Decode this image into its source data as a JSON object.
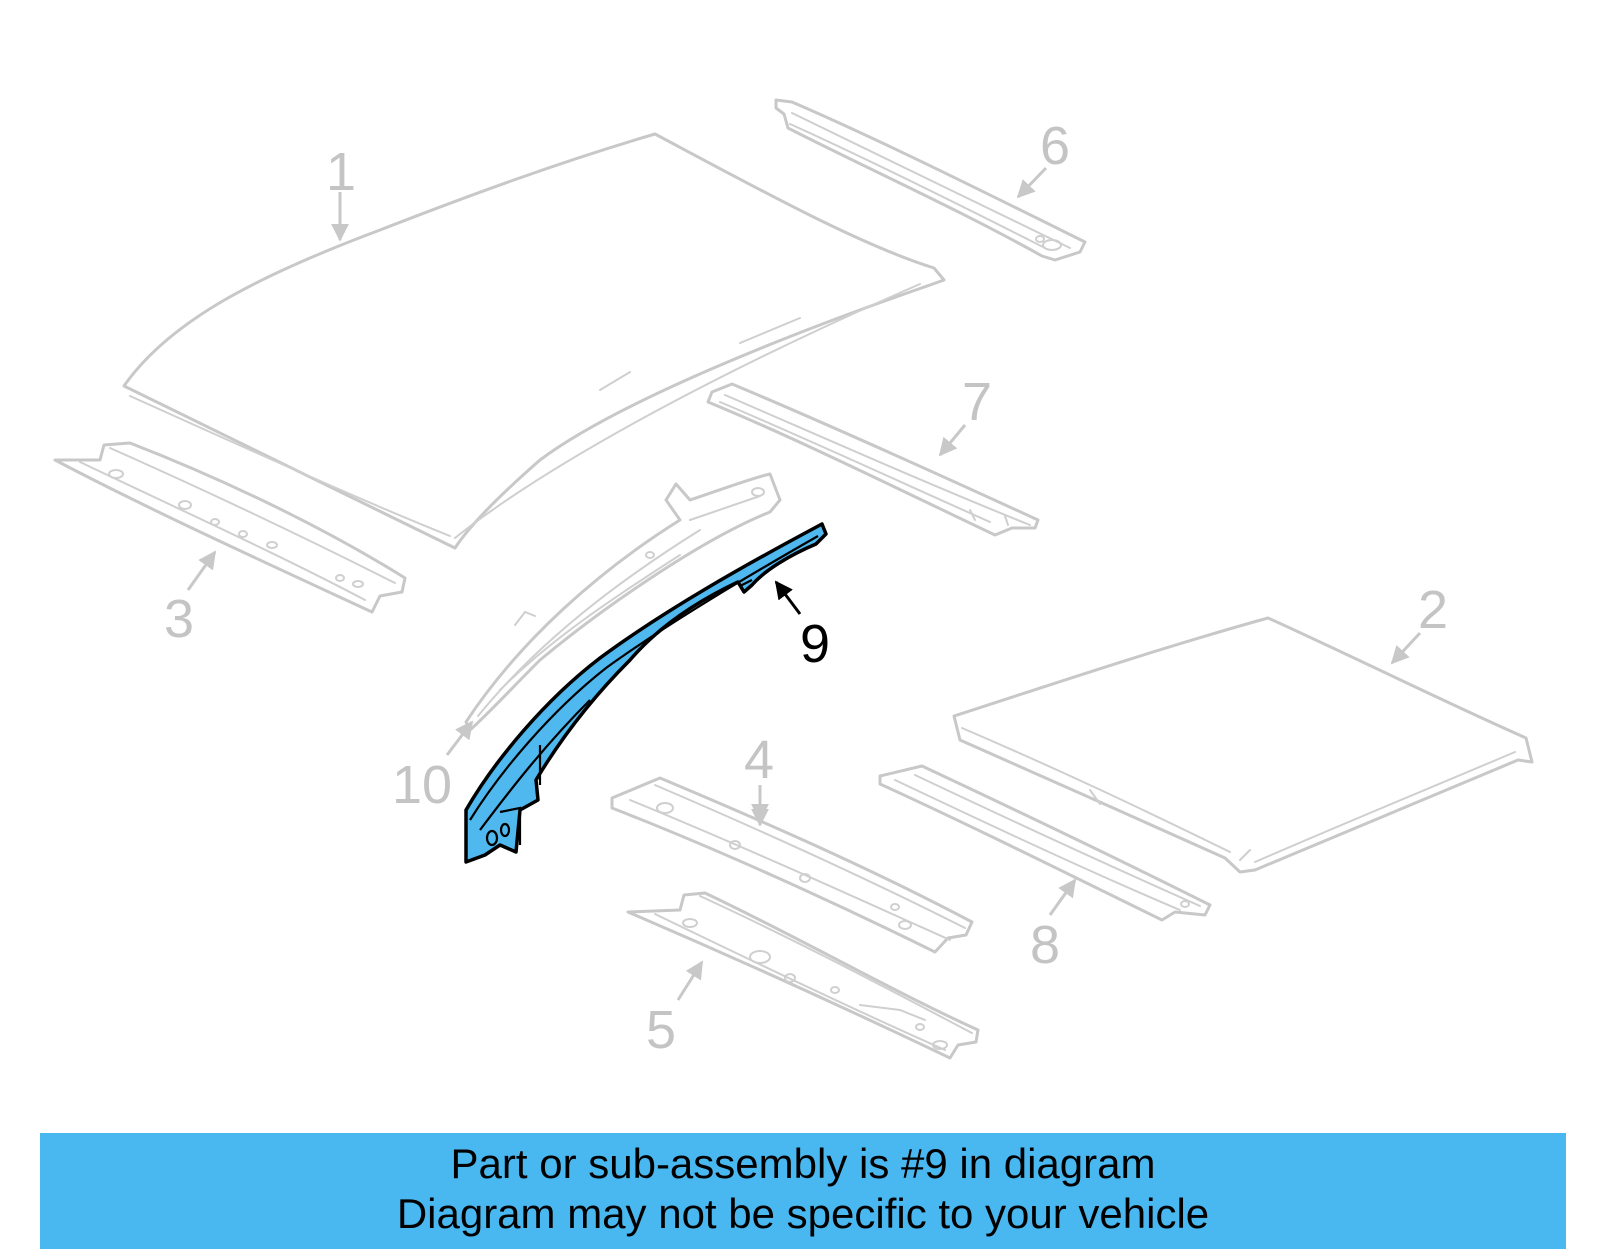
{
  "diagram": {
    "highlighted_part": "9",
    "parts": [
      {
        "id": "p1",
        "callout": "1"
      },
      {
        "id": "p2",
        "callout": "2"
      },
      {
        "id": "p3",
        "callout": "3"
      },
      {
        "id": "p4",
        "callout": "4"
      },
      {
        "id": "p5",
        "callout": "5"
      },
      {
        "id": "p6",
        "callout": "6"
      },
      {
        "id": "p7",
        "callout": "7"
      },
      {
        "id": "p8",
        "callout": "8"
      },
      {
        "id": "p9",
        "callout": "9"
      },
      {
        "id": "p10",
        "callout": "10"
      }
    ],
    "colors": {
      "part_outline": "#c8c8c8",
      "highlight_fill": "#4fb8ee",
      "highlight_outline": "#000000"
    }
  },
  "banner": {
    "line1": "Part or sub-assembly is #9 in diagram",
    "line2": "Diagram may not be specific to your vehicle",
    "background": "#4ab8f0"
  }
}
